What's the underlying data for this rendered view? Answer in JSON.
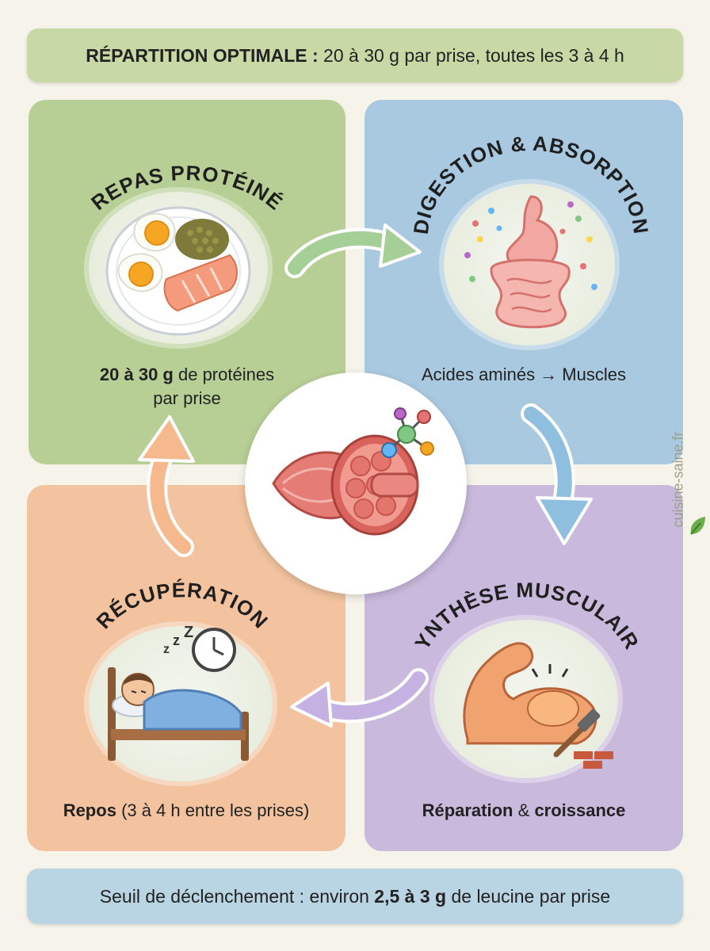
{
  "header": {
    "label": "RÉPARTITION OPTIMALE :",
    "text": "20 à 30 g par prise, toutes les 3 à 4 h"
  },
  "steps": [
    {
      "title": "REPAS PROTÉINÉ",
      "caption_bold": "20 à 30 g",
      "caption_rest": "de protéines",
      "caption_line2": "par prise",
      "icon": "protein-meal-icon"
    },
    {
      "title": "DIGESTION & ABSORPTION",
      "caption": "Acides aminés → Muscles",
      "icon": "digestive-system-icon"
    },
    {
      "title": "SYNTHÈSE MUSCULAIRE",
      "caption_bold1": "Réparation",
      "caption_mid": "&",
      "caption_bold2": "croissance",
      "icon": "flexed-arm-icon"
    },
    {
      "title": "RÉCUPÉRATION",
      "caption_bold": "Repos",
      "caption_rest": "(3 à 4 h entre les prises)",
      "icon": "sleeping-person-icon"
    }
  ],
  "center": {
    "icon": "muscle-amino-acid-icon"
  },
  "footer": {
    "prefix": "Seuil de déclenchement : environ",
    "bold": "2,5 à 3 g",
    "suffix": "de leucine par prise"
  },
  "watermark": "cuisine-saine.fr",
  "colors": {
    "green": "#b7cf95",
    "blue": "#a9c9e0",
    "orange": "#f2c39e",
    "purple": "#c9b9dd"
  }
}
